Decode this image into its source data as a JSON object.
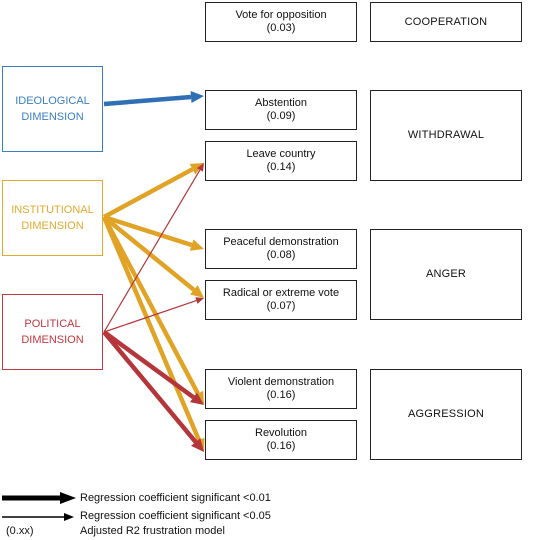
{
  "dimensions": {
    "ideological": {
      "line1": "IDEOLOGICAL",
      "line2": "DIMENSION",
      "color": "#3a7fc4"
    },
    "institutional": {
      "line1": "INSTITUTIONAL",
      "line2": "DIMENSION",
      "color": "#e3a92d"
    },
    "political": {
      "line1": "POLITICAL",
      "line2": "DIMENSION",
      "color": "#c0393f"
    }
  },
  "outcomes": {
    "vote_opposition": {
      "label": "Vote for opposition",
      "r2": "(0.03)"
    },
    "abstention": {
      "label": "Abstention",
      "r2": "(0.09)"
    },
    "leave_country": {
      "label": "Leave country",
      "r2": "(0.14)"
    },
    "peaceful_demo": {
      "label": "Peaceful demonstration",
      "r2": "(0.08)"
    },
    "radical_vote": {
      "label": "Radical or extreme vote",
      "r2": "(0.07)"
    },
    "violent_demo": {
      "label": "Violent demonstration",
      "r2": "(0.16)"
    },
    "revolution": {
      "label": "Revolution",
      "r2": "(0.16)"
    }
  },
  "categories": {
    "cooperation": "COOPERATION",
    "withdrawal": "WITHDRAWAL",
    "anger": "ANGER",
    "aggression": "AGGRESSION"
  },
  "legend": {
    "thick": "Regression coefficient significant <0.01",
    "thin": "Regression coefficient significant <0.05",
    "r2_symbol": "(0.xx)",
    "r2_text": "Adjusted R2 frustration model"
  },
  "links": [
    {
      "from": "ideological",
      "to": "abstention",
      "significance": "<0.01"
    },
    {
      "from": "institutional",
      "to": "leave_country",
      "significance": "<0.01"
    },
    {
      "from": "institutional",
      "to": "peaceful_demo",
      "significance": "<0.01"
    },
    {
      "from": "institutional",
      "to": "radical_vote",
      "significance": "<0.01"
    },
    {
      "from": "institutional",
      "to": "violent_demo",
      "significance": "<0.01"
    },
    {
      "from": "institutional",
      "to": "revolution",
      "significance": "<0.01"
    },
    {
      "from": "political",
      "to": "leave_country",
      "significance": "<0.05"
    },
    {
      "from": "political",
      "to": "radical_vote",
      "significance": "<0.05"
    },
    {
      "from": "political",
      "to": "violent_demo",
      "significance": "<0.01"
    },
    {
      "from": "political",
      "to": "revolution",
      "significance": "<0.01"
    }
  ]
}
